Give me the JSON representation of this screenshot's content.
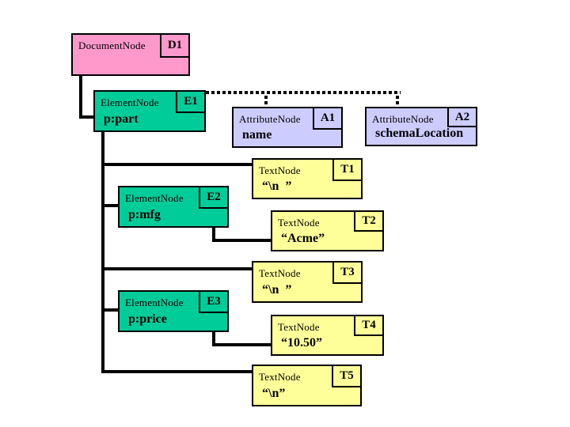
{
  "palette": {
    "document_node": "#FF99CC",
    "element_node": "#00CC99",
    "attribute_node": "#CCCCFF",
    "text_node": "#FFFF99",
    "connector": "#000000",
    "background": "#FFFFFF"
  },
  "nodes": [
    {
      "id": "D1",
      "type": "DocumentNode",
      "value": ""
    },
    {
      "id": "E1",
      "type": "ElementNode",
      "value": "p:part"
    },
    {
      "id": "A1",
      "type": "AttributeNode",
      "value": "name"
    },
    {
      "id": "A2",
      "type": "AttributeNode",
      "value": "schemaLocation"
    },
    {
      "id": "T1",
      "type": "TextNode",
      "value": "“\\n  ”"
    },
    {
      "id": "E2",
      "type": "ElementNode",
      "value": "p:mfg"
    },
    {
      "id": "T2",
      "type": "TextNode",
      "value": "“Acme”"
    },
    {
      "id": "T3",
      "type": "TextNode",
      "value": "“\\n  ”"
    },
    {
      "id": "E3",
      "type": "ElementNode",
      "value": "p:price"
    },
    {
      "id": "T4",
      "type": "TextNode",
      "value": "“10.50”"
    },
    {
      "id": "T5",
      "type": "TextNode",
      "value": "“\\n”"
    }
  ],
  "edges": [
    {
      "from": "D1",
      "to": "E1",
      "style": "solid"
    },
    {
      "from": "E1",
      "to": "A1",
      "style": "dotted"
    },
    {
      "from": "E1",
      "to": "A2",
      "style": "dotted"
    },
    {
      "from": "E1",
      "to": "T1",
      "style": "solid"
    },
    {
      "from": "E1",
      "to": "E2",
      "style": "solid"
    },
    {
      "from": "E2",
      "to": "T2",
      "style": "solid"
    },
    {
      "from": "E1",
      "to": "T3",
      "style": "solid"
    },
    {
      "from": "E1",
      "to": "E3",
      "style": "solid"
    },
    {
      "from": "E3",
      "to": "T4",
      "style": "solid"
    },
    {
      "from": "E1",
      "to": "T5",
      "style": "solid"
    }
  ]
}
